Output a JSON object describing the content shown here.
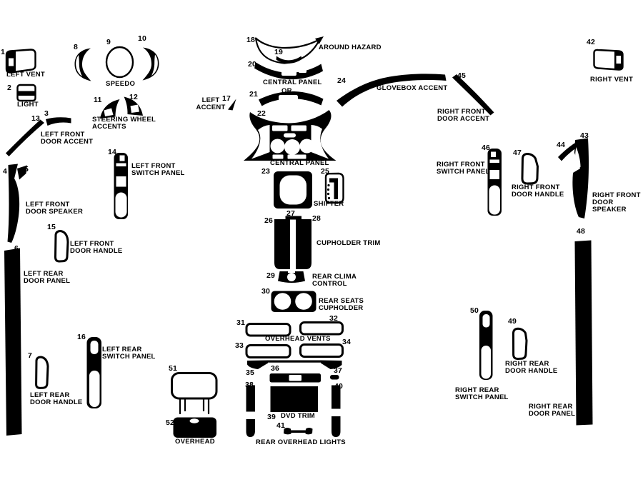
{
  "colors": {
    "background": "#ffffff",
    "ink": "#000000"
  },
  "numbers": {
    "n1": "1",
    "n2": "2",
    "n3": "3",
    "n4": "4",
    "n5": "5",
    "n6": "6",
    "n7": "7",
    "n8": "8",
    "n9": "9",
    "n10": "10",
    "n11": "11",
    "n12": "12",
    "n13": "13",
    "n14": "14",
    "n15": "15",
    "n16": "16",
    "n17": "17",
    "n18": "18",
    "n19": "19",
    "n20": "20",
    "n21": "21",
    "n22": "22",
    "n23": "23",
    "n24": "24",
    "n25": "25",
    "n26": "26",
    "n27": "27",
    "n28": "28",
    "n29": "29",
    "n30": "30",
    "n31": "31",
    "n32": "32",
    "n33": "33",
    "n34": "34",
    "n35": "35",
    "n36": "36",
    "n37": "37",
    "n38": "38",
    "n39": "39",
    "n40": "40",
    "n41": "41",
    "n42": "42",
    "n43": "43",
    "n44": "44",
    "n45": "45",
    "n46": "46",
    "n47": "47",
    "n48": "48",
    "n49": "49",
    "n50": "50",
    "n51": "51",
    "n52": "52"
  },
  "labels": {
    "left_vent": "LEFT VENT",
    "light": "LIGHT",
    "left_front_door_accent": "LEFT FRONT\nDOOR ACCENT",
    "speedo": "SPEEDO",
    "steering_wheel_accents": "STEERING WHEEL\nACCENTS",
    "left_front_switch_panel": "LEFT FRONT\nSWITCH PANEL",
    "left_front_door_speaker": "LEFT FRONT\nDOOR SPEAKER",
    "left_front_door_handle": "LEFT FRONT\nDOOR HANDLE",
    "left_rear_door_panel": "LEFT REAR\nDOOR PANEL",
    "left_rear_door_handle": "LEFT REAR\nDOOR HANDLE",
    "left_rear_switch_panel": "LEFT REAR\nSWITCH PANEL",
    "overhead": "OVERHEAD",
    "left_accent": "LEFT\nACCENT",
    "around_hazard": "AROUND HAZARD",
    "central_panel_top": "CENTRAL PANEL",
    "or": "OR",
    "central_panel_mid": "CENTRAL PANEL",
    "shifter": "SHIFTER",
    "cupholder_trim": "CUPHOLDER TRIM",
    "rear_clima_control": "REAR CLIMA\nCONTROL",
    "rear_seats_cupholder": "REAR SEATS\nCUPHOLDER",
    "overhead_vents": "OVERHEAD VENTS",
    "dvd_trim": "DVD TRIM",
    "rear_overhead_lights": "REAR OVERHEAD LIGHTS",
    "glovebox_accent": "GLOVEBOX ACCENT",
    "right_front_door_accent": "RIGHT FRONT\nDOOR ACCENT",
    "right_vent": "RIGHT VENT",
    "right_front_switch_panel": "RIGHT FRONT\nSWITCH PANEL",
    "right_front_door_handle": "RIGHT FRONT\nDOOR HANDLE",
    "right_front_door_speaker": "RIGHT FRONT\nDOOR SPEAKER",
    "right_rear_switch_panel": "RIGHT REAR\nSWITCH PANEL",
    "right_rear_door_handle": "RIGHT REAR\nDOOR HANDLE",
    "right_rear_door_panel": "RIGHT REAR\nDOOR PANEL"
  }
}
